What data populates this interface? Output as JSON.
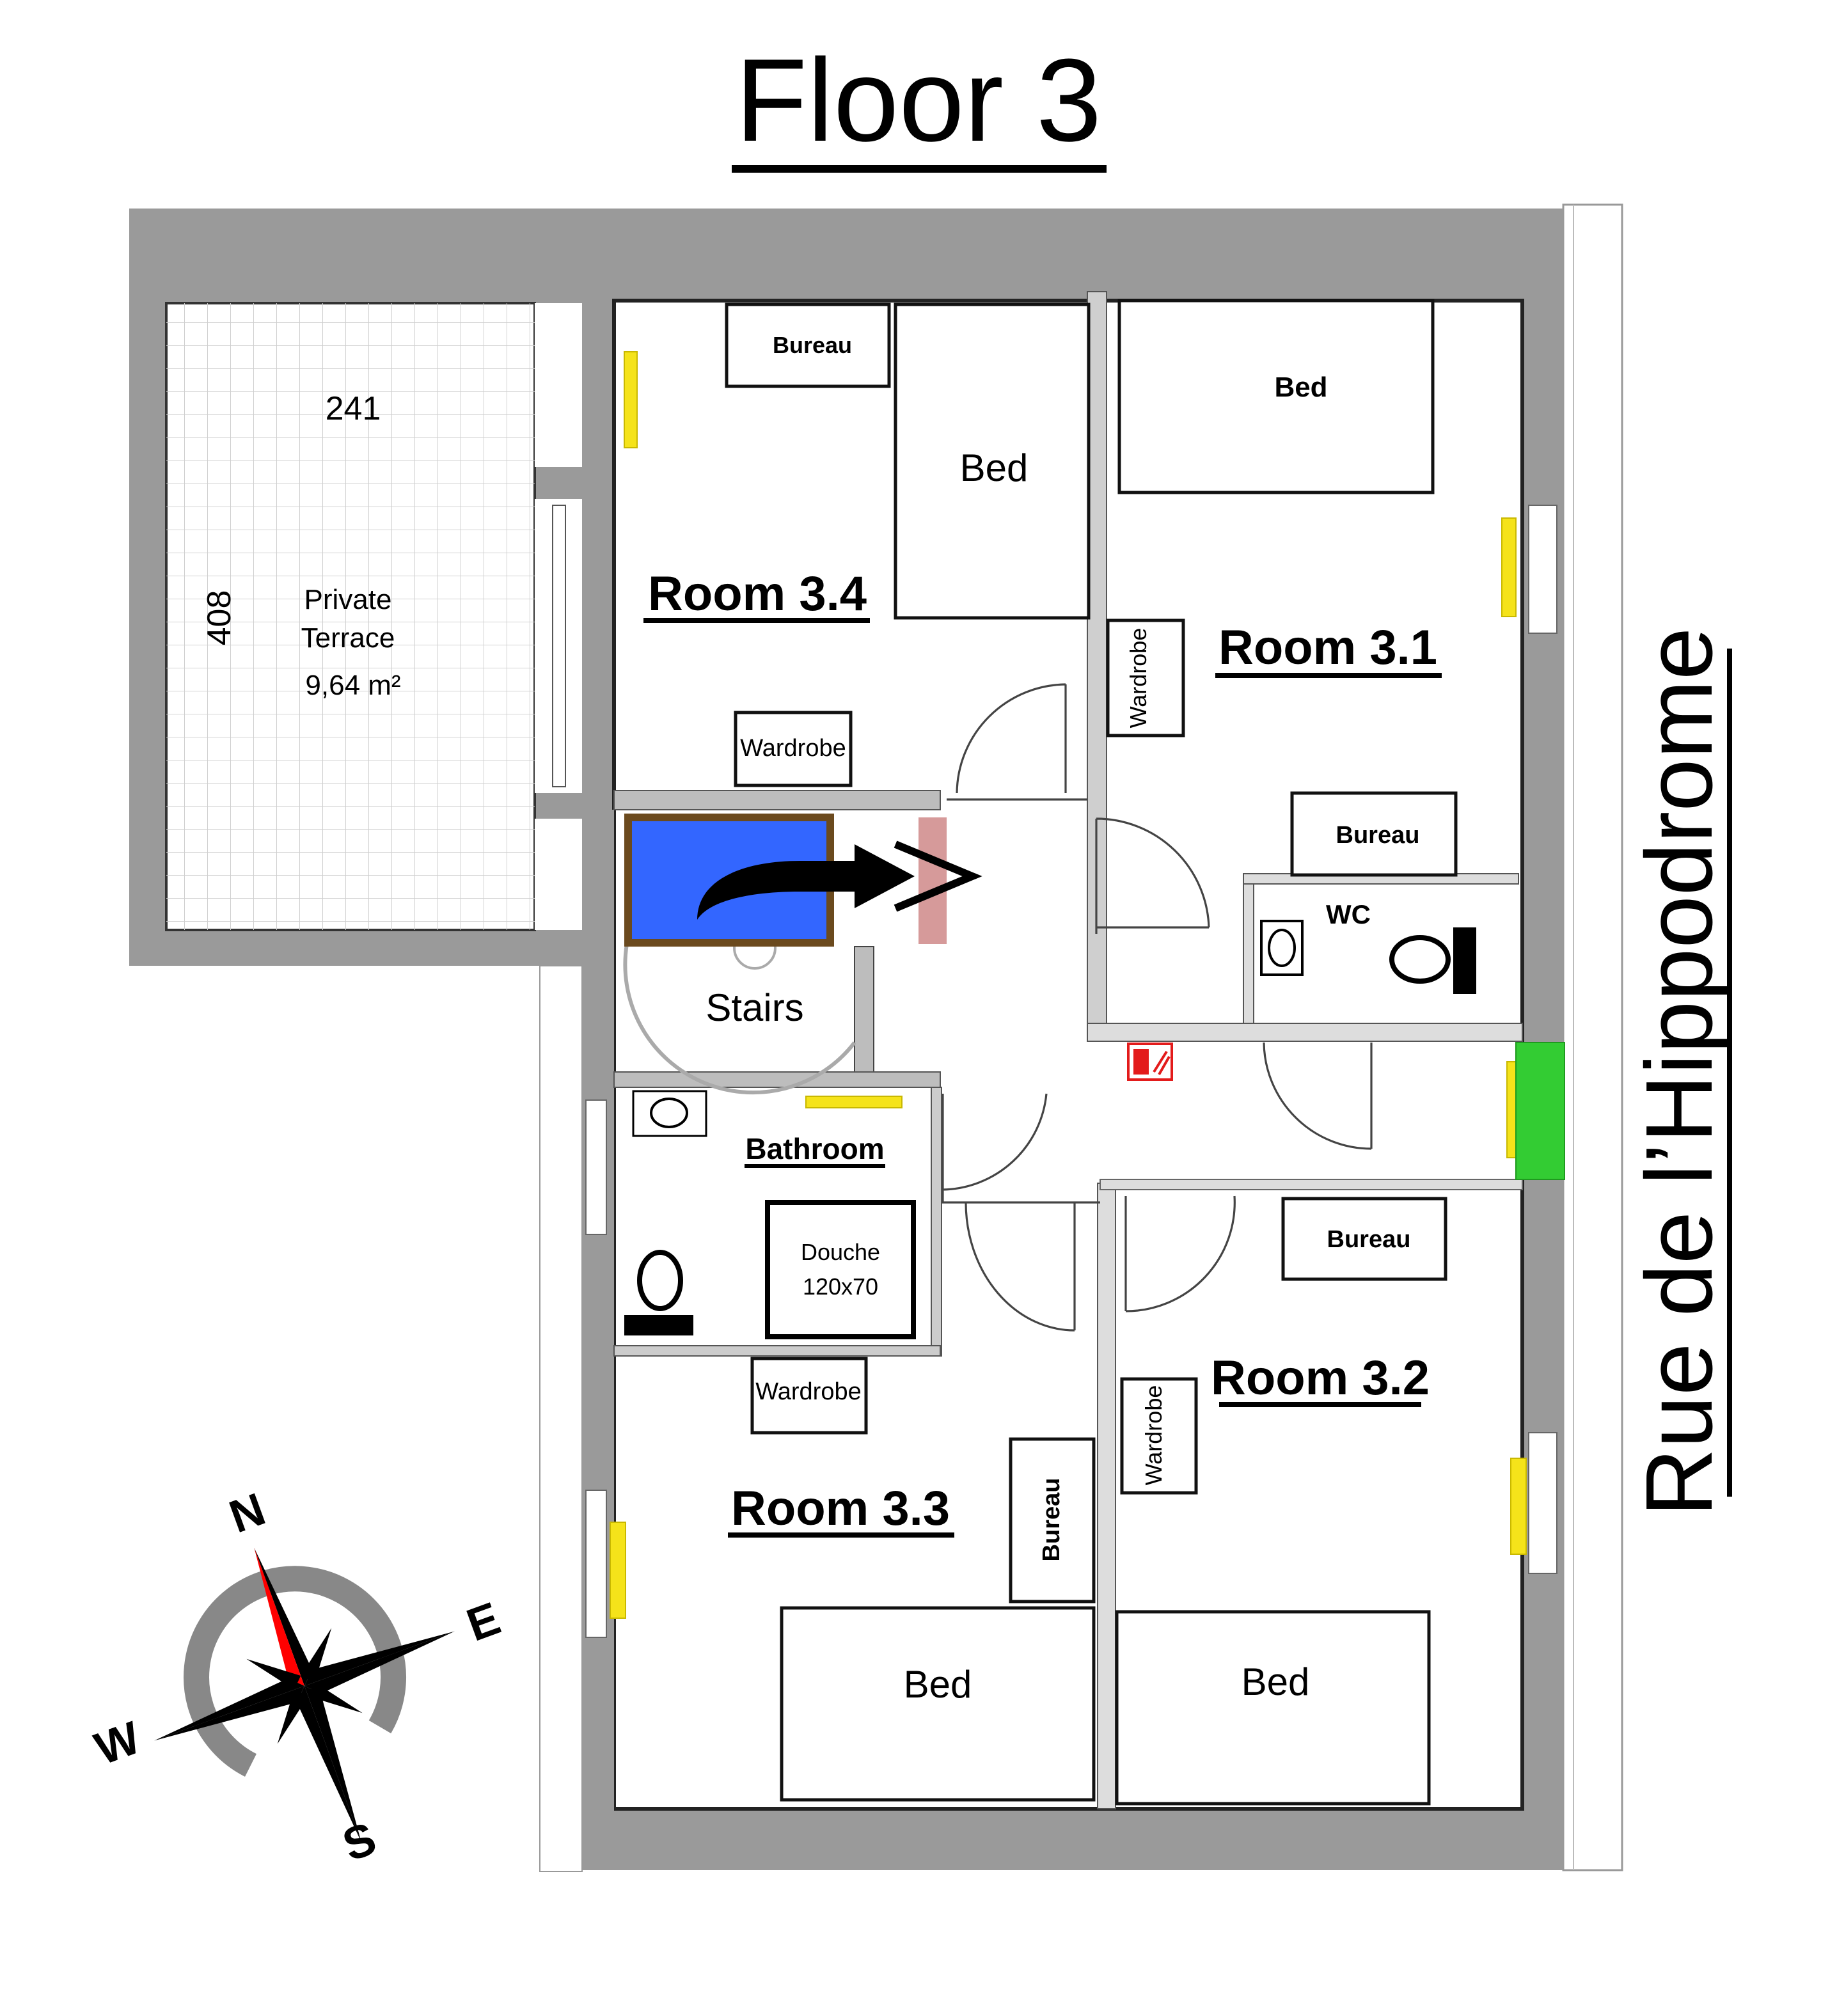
{
  "title": "Floor 3",
  "street": "Rue de l’Hippodrome",
  "terrace": {
    "label_line1": "Private",
    "label_line2": "Terrace",
    "area": "9,64 m²",
    "width": "241",
    "depth": "408"
  },
  "rooms": {
    "r34": {
      "name": "Room 3.4",
      "bureau": "Bureau",
      "bed": "Bed",
      "wardrobe": "Wardrobe"
    },
    "r31": {
      "name": "Room 3.1",
      "bed": "Bed",
      "wardrobe": "Wardrobe",
      "bureau": "Bureau"
    },
    "wc": {
      "name": "WC"
    },
    "stairs": {
      "name": "Stairs"
    },
    "bathroom": {
      "name": "Bathroom",
      "shower_line1": "Douche",
      "shower_line2": "120x70"
    },
    "r33": {
      "name": "Room 3.3",
      "wardrobe": "Wardrobe",
      "bureau": "Bureau",
      "bed": "Bed"
    },
    "r32": {
      "name": "Room 3.2",
      "bureau": "Bureau",
      "wardrobe": "Wardrobe",
      "bed": "Bed"
    }
  },
  "compass": {
    "n": "N",
    "e": "E",
    "s": "S",
    "w": "W"
  },
  "colors": {
    "wall": "#9a9a9a",
    "light": "#f5e31a",
    "stairs_blue": "#3366ff",
    "exit_green": "#33cc33",
    "extinguisher": "#e31b1b",
    "compass_text": "#0a0a6b",
    "compass_north": "#ff0000"
  }
}
